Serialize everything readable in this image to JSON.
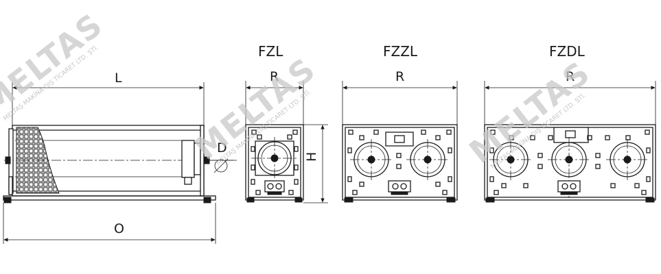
{
  "views": {
    "fzl_label": "FZL",
    "fzzl_label": "FZZL",
    "fzdl_label": "FZDL"
  },
  "dimensions": {
    "length": "L",
    "overall": "O",
    "height": "H",
    "diameter": "D",
    "width_fzl": "R",
    "width_fzzl": "R",
    "width_fzdl": "R"
  },
  "watermark": {
    "brand": "MELTAS",
    "company": "MELTAŞ MAKİNA DIŞ TİCARET LTD. ŞTİ."
  },
  "colors": {
    "line": "#1a1a1a",
    "watermark": "#c9c9c9",
    "background": "#ffffff"
  }
}
